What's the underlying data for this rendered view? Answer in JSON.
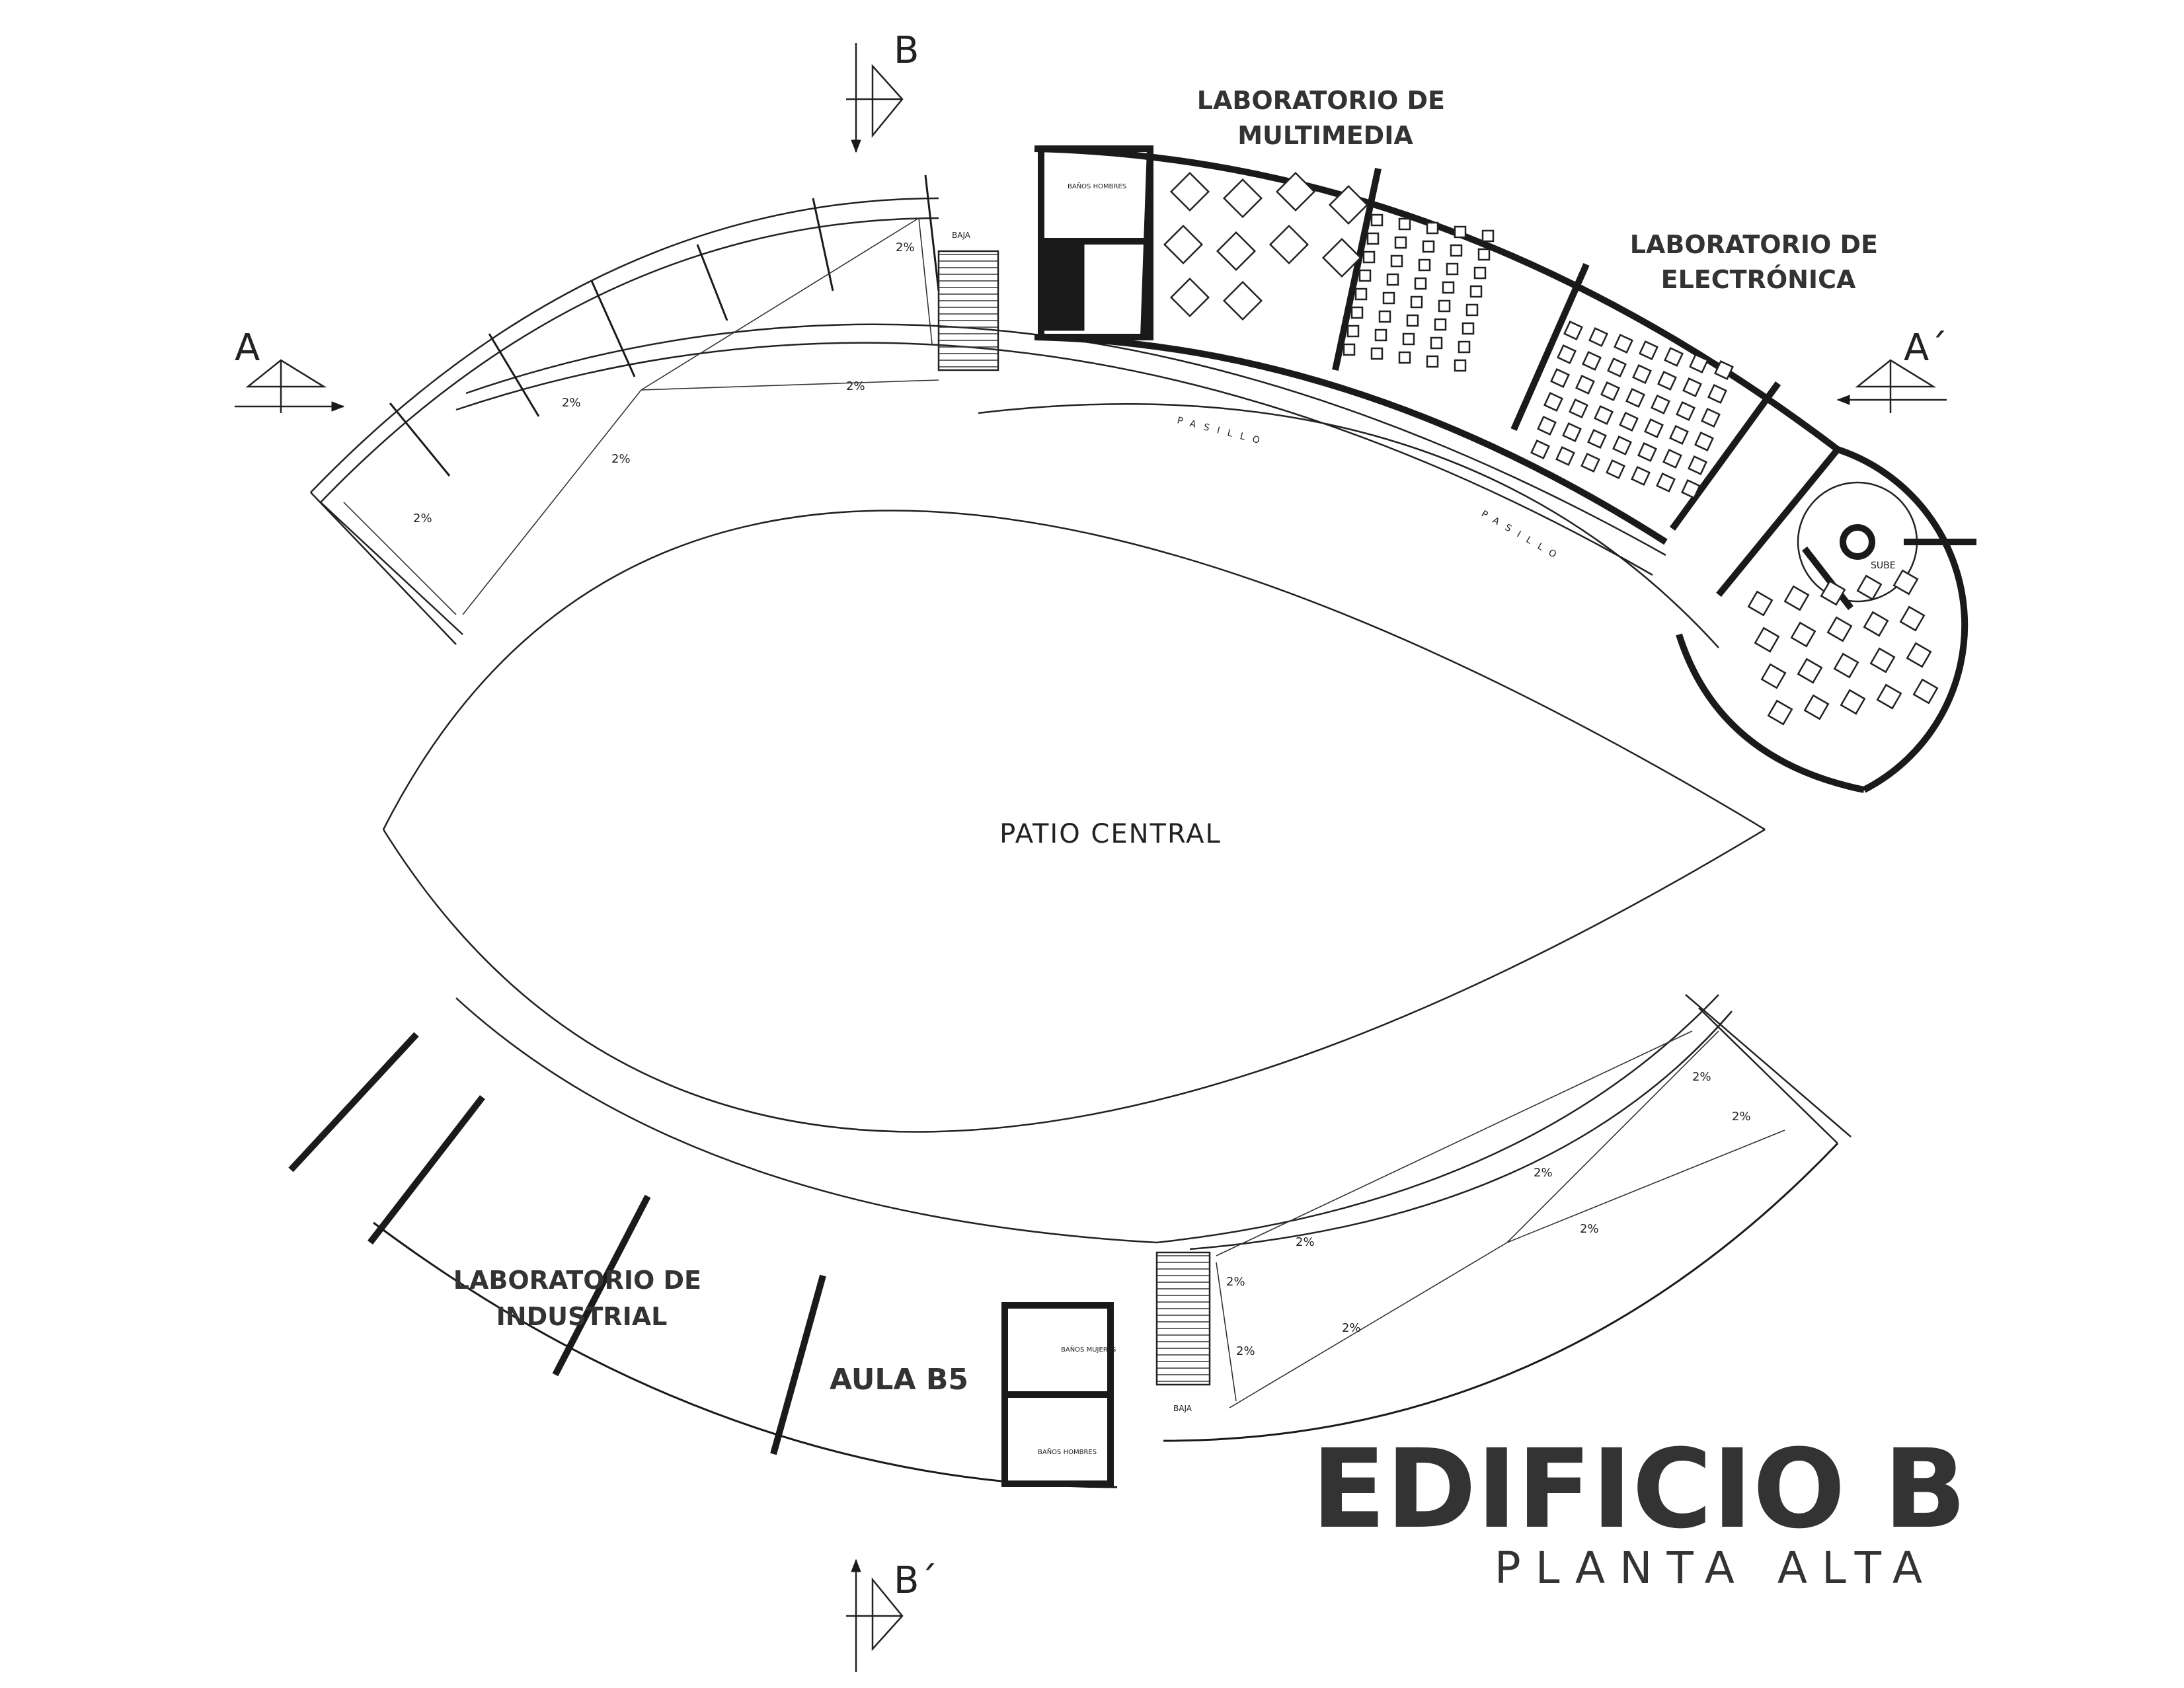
{
  "title": {
    "main": "EDIFICIO B",
    "sub": "PLANTA ALTA"
  },
  "section_markers": {
    "a": "A",
    "a_prime": "A´",
    "b": "B",
    "b_prime": "B´"
  },
  "rooms": {
    "multimedia": [
      "LABORATORIO DE",
      "MULTIMEDIA"
    ],
    "electronica": [
      "LABORATORIO DE",
      "ELECTRÓNICA"
    ],
    "industrial": [
      "LABORATORIO DE",
      "INDUSTRIAL"
    ],
    "aula_b5": "AULA B5",
    "patio": "PATIO CENTRAL"
  },
  "small_labels": {
    "pasillo": "PASILLO",
    "sube": "SUBE",
    "baja": "BAJA",
    "banos_hombres": "BAÑOS HOMBRES",
    "banos_mujeres": "BAÑOS MUJERES"
  },
  "slope": "2%"
}
